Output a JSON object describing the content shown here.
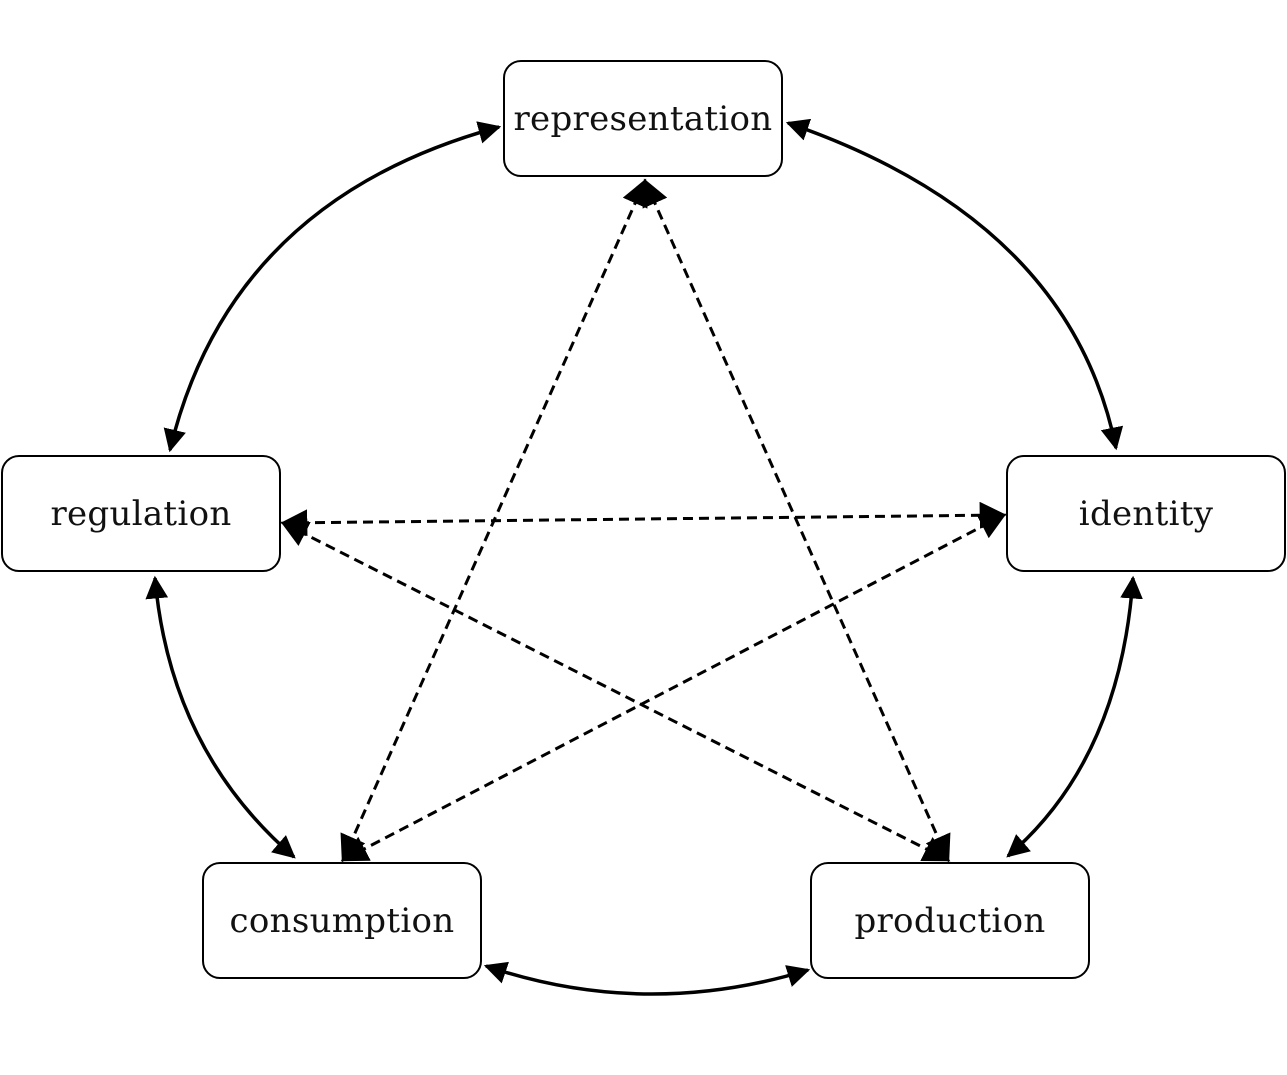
{
  "diagram": {
    "nodes": [
      {
        "id": "representation",
        "label": "representation"
      },
      {
        "id": "identity",
        "label": "identity"
      },
      {
        "id": "production",
        "label": "production"
      },
      {
        "id": "consumption",
        "label": "consumption"
      },
      {
        "id": "regulation",
        "label": "regulation"
      }
    ],
    "edges": [
      {
        "from": "representation",
        "to": "identity",
        "style": "solid",
        "direction": "both"
      },
      {
        "from": "identity",
        "to": "production",
        "style": "solid",
        "direction": "both"
      },
      {
        "from": "production",
        "to": "consumption",
        "style": "solid",
        "direction": "both"
      },
      {
        "from": "consumption",
        "to": "regulation",
        "style": "solid",
        "direction": "both"
      },
      {
        "from": "regulation",
        "to": "representation",
        "style": "solid",
        "direction": "both"
      },
      {
        "from": "representation",
        "to": "consumption",
        "style": "dashed",
        "direction": "both"
      },
      {
        "from": "representation",
        "to": "production",
        "style": "dashed",
        "direction": "both"
      },
      {
        "from": "regulation",
        "to": "identity",
        "style": "dashed",
        "direction": "both"
      },
      {
        "from": "regulation",
        "to": "production",
        "style": "dashed",
        "direction": "both"
      },
      {
        "from": "identity",
        "to": "consumption",
        "style": "dashed",
        "direction": "both"
      }
    ]
  }
}
